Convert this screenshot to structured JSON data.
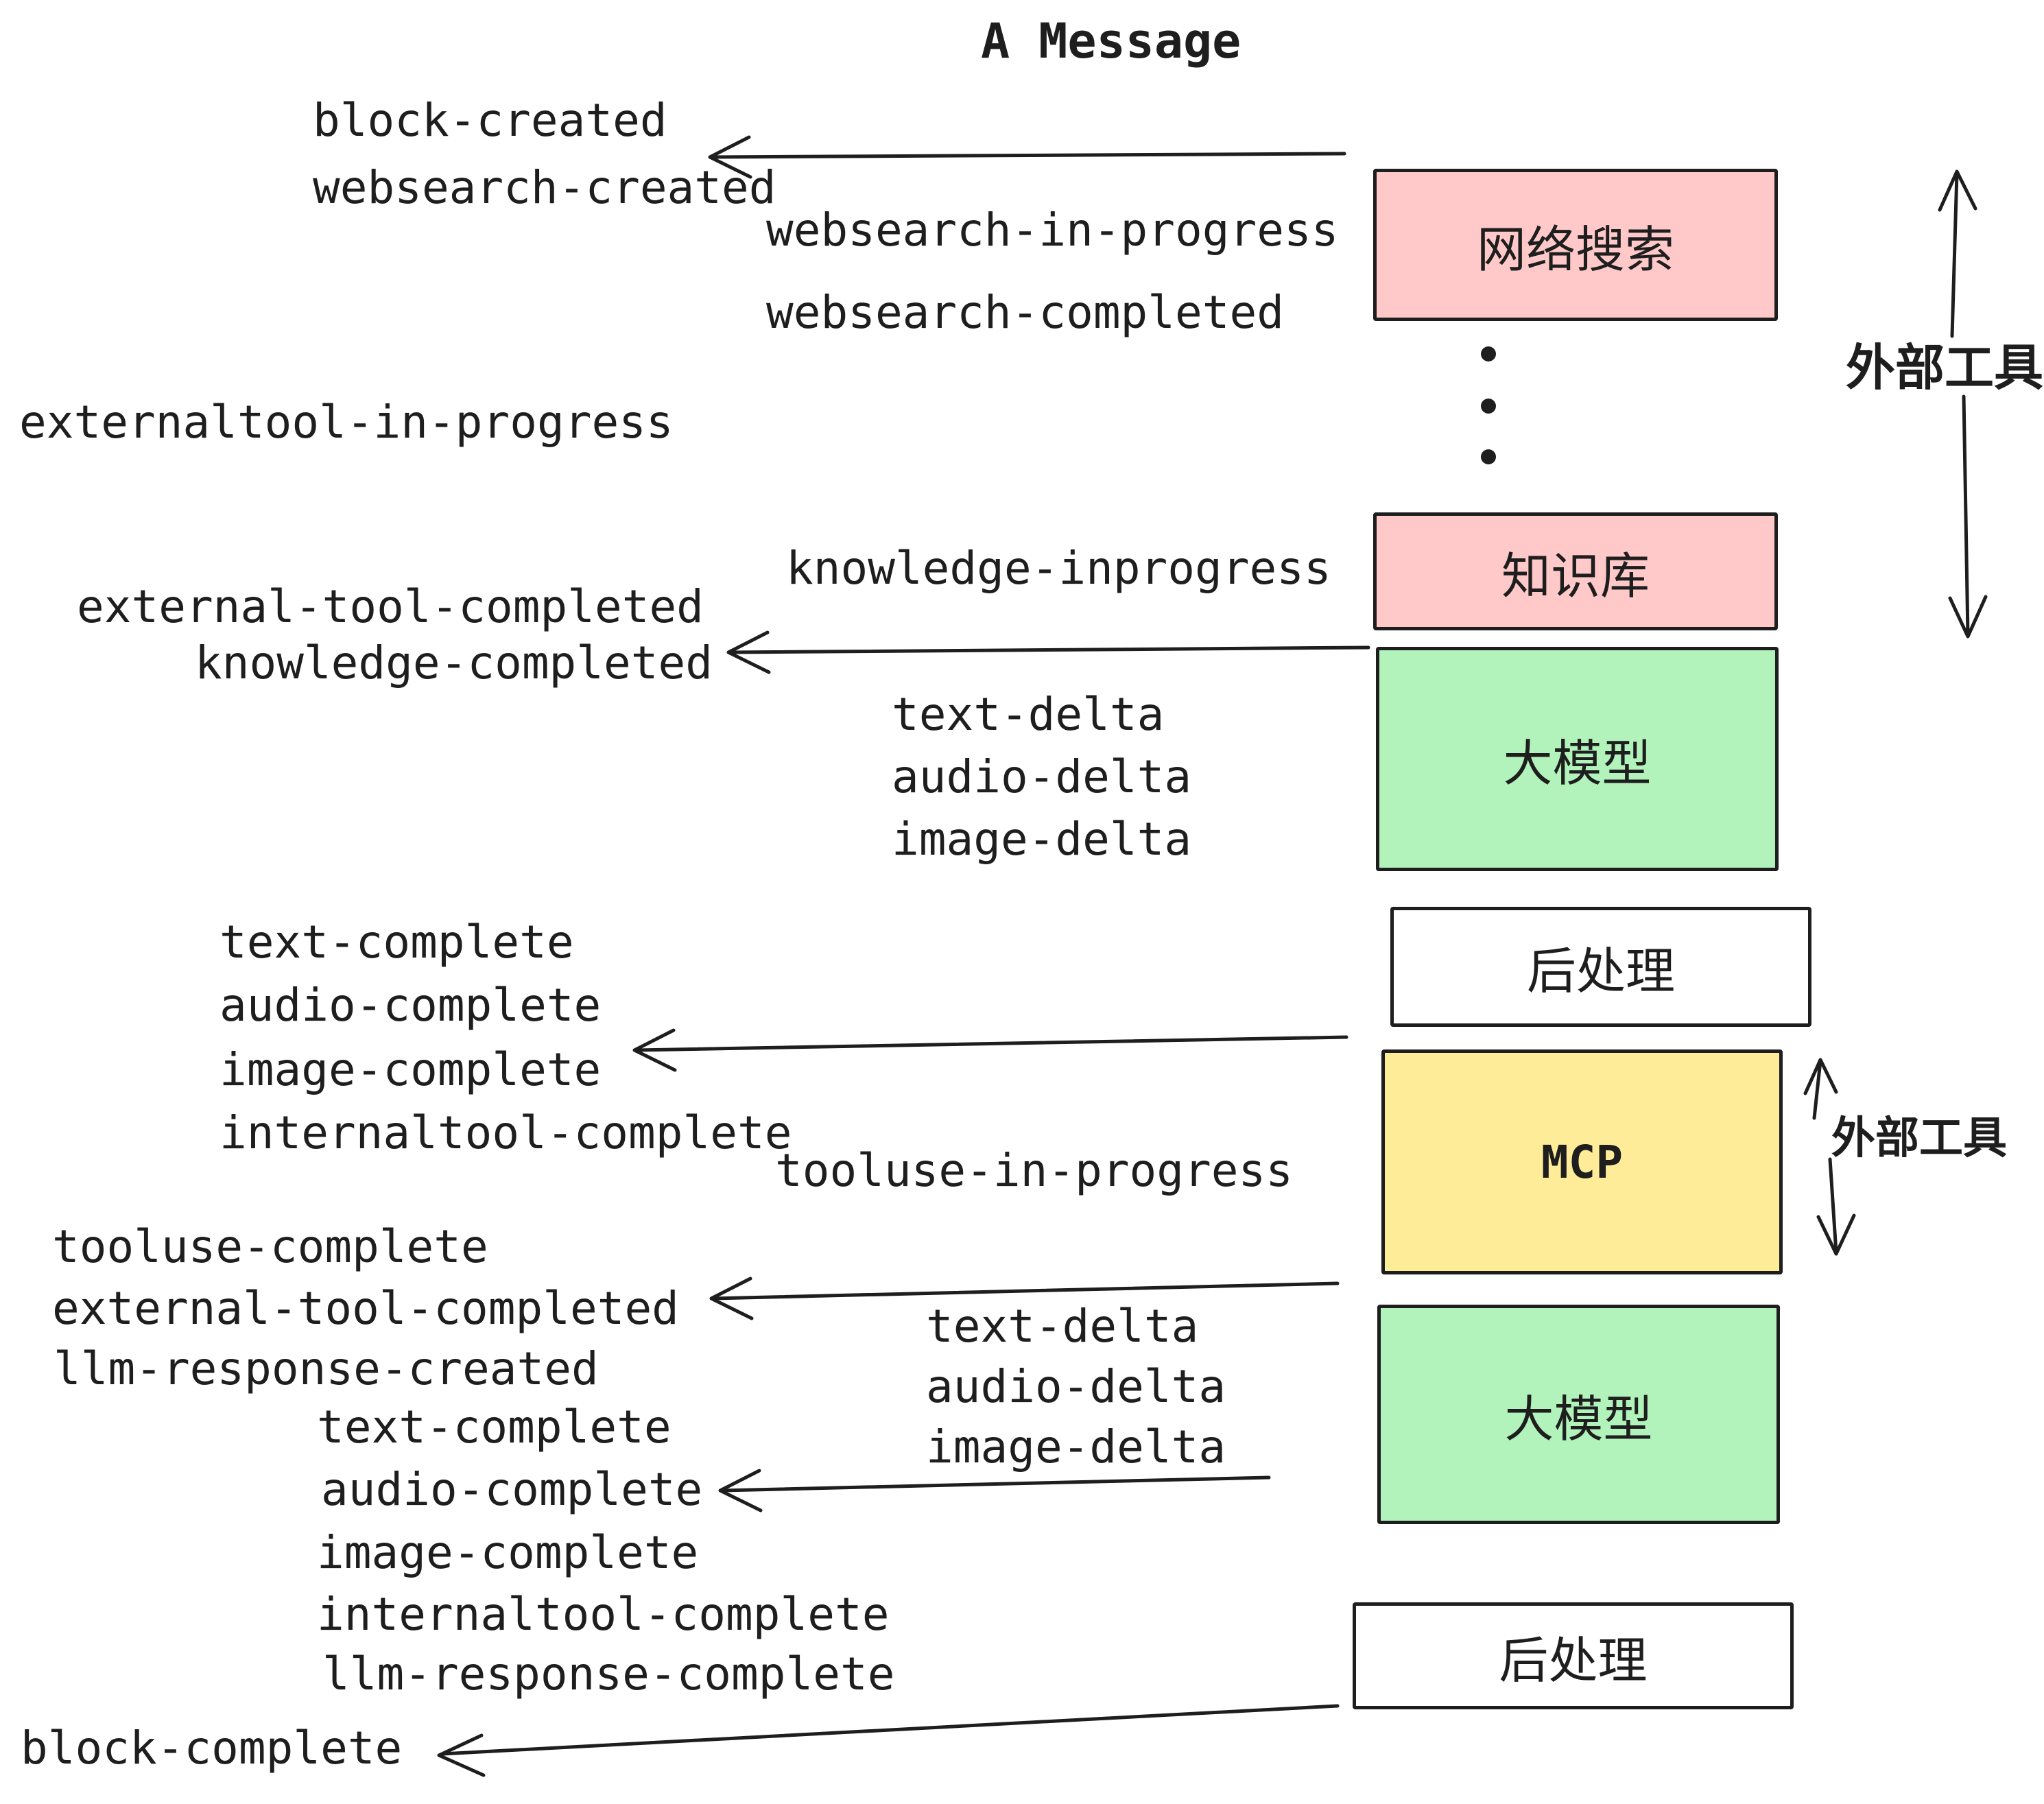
{
  "title": "A Message",
  "colors": {
    "pink": "#FFC9C9",
    "green": "#B2F2BB",
    "yellow": "#FFEC99",
    "white": "#FFFFFF",
    "ink": "#1E1E1E"
  },
  "labels": {
    "block_created": "block-created",
    "websearch_created": "websearch-created",
    "websearch_in_progress": "websearch-in-progress",
    "websearch_completed": "websearch-completed",
    "externaltool_in_progress": "externaltool-in-progress",
    "knowledge_inprogress": "knowledge-inprogress",
    "external_tool_completed": "external-tool-completed",
    "knowledge_completed": "knowledge-completed",
    "text_delta": "text-delta",
    "audio_delta": "audio-delta",
    "image_delta": "image-delta",
    "text_complete": "text-complete",
    "audio_complete": "audio-complete",
    "image_complete": "image-complete",
    "internaltool_complete": "internaltool-complete",
    "tooluse_in_progress": "tooluse-in-progress",
    "tooluse_complete": "tooluse-complete",
    "llm_response_created": "llm-response-created",
    "llm_response_complete": "llm-response-complete",
    "block_complete": "block-complete",
    "external_tools": "外部工具"
  },
  "boxes": {
    "websearch": {
      "label": "网络搜索",
      "fill": "#FFC9C9"
    },
    "knowledge": {
      "label": "知识库",
      "fill": "#FFC9C9"
    },
    "llm_top": {
      "label": "大模型",
      "fill": "#B2F2BB"
    },
    "post_top": {
      "label": "后处理",
      "fill": "#FFFFFF"
    },
    "mcp": {
      "label": "MCP",
      "fill": "#FFEC99"
    },
    "llm_bottom": {
      "label": "大模型",
      "fill": "#B2F2BB"
    },
    "post_bottom": {
      "label": "后处理",
      "fill": "#FFFFFF"
    }
  }
}
